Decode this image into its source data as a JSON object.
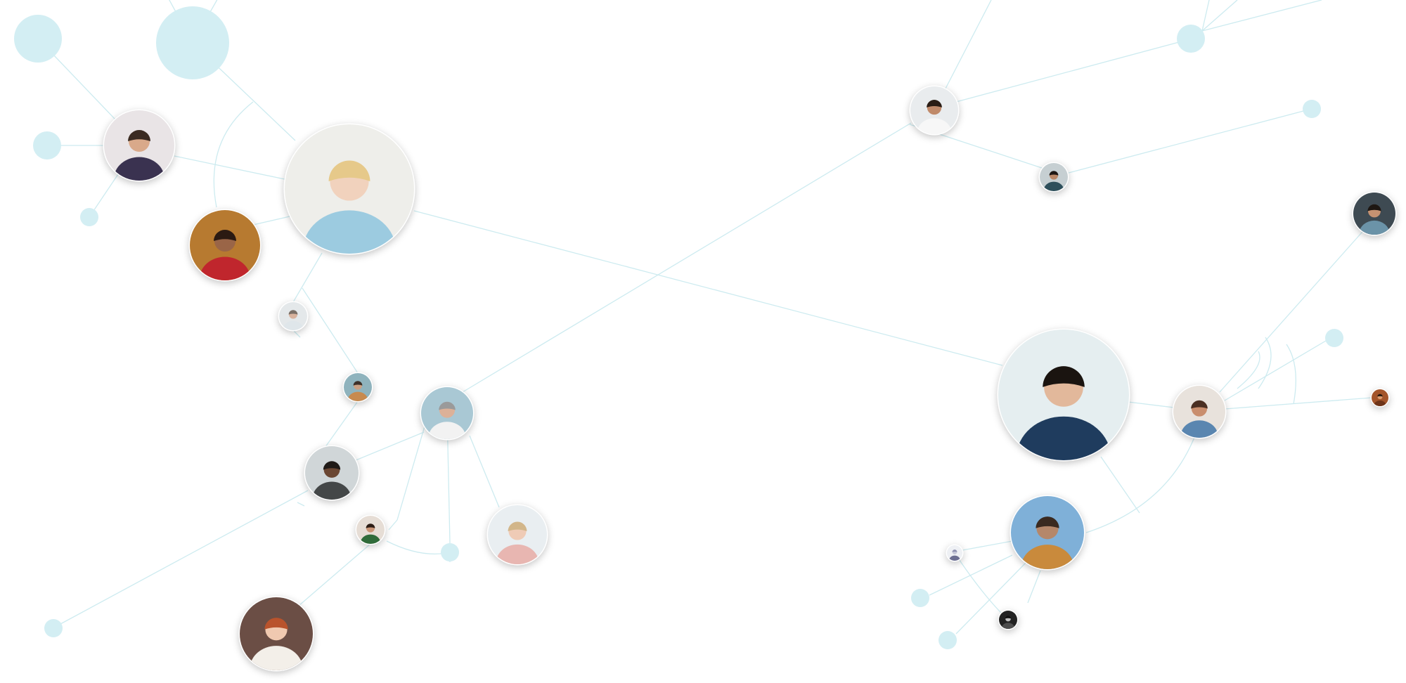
{
  "network": {
    "colors": {
      "line": "#cdebf0",
      "dot": "#d3eef3",
      "background": "#ffffff"
    },
    "avatar_nodes": [
      {
        "name": "avatar-man-suit-phone",
        "bg": "#e9e4e6",
        "fg": "#3a3250",
        "hair": "#3b2b22",
        "skin": "#d9a98a"
      },
      {
        "name": "avatar-mother-daughter-couch",
        "bg": "#eeeeea",
        "fg": "#9ccbe0",
        "hair": "#e6c98a",
        "skin": "#f1d2bd"
      },
      {
        "name": "avatar-woman-curly-hair-phone",
        "bg": "#b77a30",
        "fg": "#c0262d",
        "hair": "#2b1a12",
        "skin": "#9a6547"
      },
      {
        "name": "avatar-bald-man-glasses",
        "bg": "#e4e8ea",
        "fg": "#dfe6ea",
        "hair": "#7a6f66",
        "skin": "#d8b29d"
      },
      {
        "name": "avatar-person-small",
        "bg": "#8fb3bd",
        "fg": "#c78a4f",
        "hair": "#3d3028",
        "skin": "#caa083"
      },
      {
        "name": "avatar-older-man-laptop",
        "bg": "#a9c8d4",
        "fg": "#f2f2f2",
        "hair": "#9a9a9a",
        "skin": "#dcb198"
      },
      {
        "name": "avatar-man-gray-shirt-phone",
        "bg": "#d0d6d8",
        "fg": "#444748",
        "hair": "#1f1a17",
        "skin": "#6b4733"
      },
      {
        "name": "avatar-couple-small",
        "bg": "#e6ddd5",
        "fg": "#2f6b3a",
        "hair": "#2c1c14",
        "skin": "#c99577"
      },
      {
        "name": "avatar-older-woman-glasses",
        "bg": "#e9eef1",
        "fg": "#e8b6b1",
        "hair": "#d2b68a",
        "skin": "#efcbb6"
      },
      {
        "name": "avatar-mother-two-babies",
        "bg": "#6b4e45",
        "fg": "#f3efe9",
        "hair": "#b9532c",
        "skin": "#f0c9b0"
      },
      {
        "name": "avatar-doctor-white-coat",
        "bg": "#e9ecee",
        "fg": "#f7f7f7",
        "hair": "#2a1d15",
        "skin": "#c08a6a"
      },
      {
        "name": "avatar-man-small-dark",
        "bg": "#c6cfd2",
        "fg": "#2e4f5b",
        "hair": "#1d1714",
        "skin": "#b98767"
      },
      {
        "name": "avatar-man-plaid-shirt",
        "bg": "#3e4a52",
        "fg": "#6b93a8",
        "hair": "#1e1712",
        "skin": "#c59272"
      },
      {
        "name": "avatar-family-couple-child",
        "bg": "#e5eef0",
        "fg": "#1f3c5e",
        "hair": "#1a1410",
        "skin": "#e2b89b"
      },
      {
        "name": "avatar-woman-hugging-child",
        "bg": "#e8e2dc",
        "fg": "#5a86b0",
        "hair": "#4a2f22",
        "skin": "#c98e6e"
      },
      {
        "name": "avatar-family-field",
        "bg": "#7fb0d8",
        "fg": "#c98a3c",
        "hair": "#3a2a20",
        "skin": "#b5876a"
      },
      {
        "name": "avatar-tiny-brown",
        "bg": "#a3552b",
        "fg": "#6e3419",
        "hair": "#2b1a10",
        "skin": "#d99b6e"
      },
      {
        "name": "avatar-tiny-flowers",
        "bg": "#eef0f4",
        "fg": "#6c6f92",
        "hair": "#8d90b0",
        "skin": "#c7c9d9"
      },
      {
        "name": "avatar-tiny-dark",
        "bg": "#222222",
        "fg": "#4d4d4d",
        "hair": "#111111",
        "skin": "#bfbfbf"
      }
    ],
    "dot_nodes": [
      {
        "name": "dot-node-top-left-large"
      },
      {
        "name": "dot-node-top-left-xlarge"
      },
      {
        "name": "dot-node-left-medium"
      },
      {
        "name": "dot-node-left-small"
      },
      {
        "name": "dot-node-center-bottom"
      },
      {
        "name": "dot-node-bottom-left"
      },
      {
        "name": "dot-node-top-right"
      },
      {
        "name": "dot-node-right-upper"
      },
      {
        "name": "dot-node-right-middle"
      },
      {
        "name": "dot-node-bottom-right-a"
      },
      {
        "name": "dot-node-bottom-right-b"
      }
    ]
  }
}
